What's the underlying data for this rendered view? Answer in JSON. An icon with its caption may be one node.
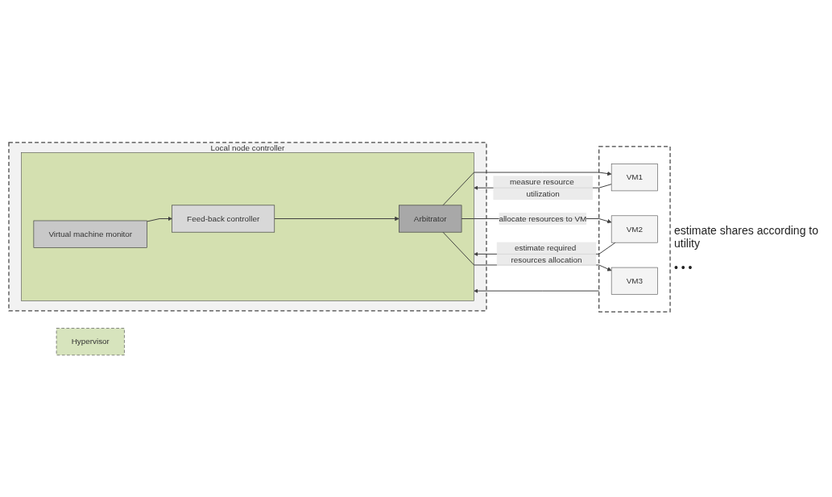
{
  "diagram": {
    "nodes": [
      {
        "text": [
          "Local node controller"
        ]
      },
      {
        "text": [],
        "shape": "box",
        "in": 0
      },
      {
        "text": [
          "Virtual machine monitor"
        ],
        "in": 1
      },
      {
        "text": [
          "Feed-back controller"
        ],
        "in": 1
      },
      {
        "text": [
          "Arbitrator"
        ],
        "in": 1
      },
      {
        "text": [],
        "shape": "box"
      },
      {
        "text": [
          "VM1"
        ],
        "in": 5
      },
      {
        "text": [
          "VM2"
        ],
        "in": 5
      },
      {
        "text": [
          "VM3"
        ],
        "in": 5
      },
      {
        "text": [
          "Hypervisor"
        ]
      }
    ],
    "edges": [
      {
        "from": 2,
        "to": 3,
        "arrow": "to"
      },
      {
        "from": 3,
        "to": 4,
        "arrow": "to"
      },
      {
        "from": 6,
        "to": 1,
        "arrow": "to",
        "label": "measure resource utilization"
      },
      {
        "from": 7,
        "to": 1,
        "arrow": "to",
        "label": "estimate required resources allocation"
      },
      {
        "from": 5,
        "to": 1,
        "arrow": "to"
      },
      {
        "from": 4,
        "to": 6,
        "arrow": "to"
      },
      {
        "from": 4,
        "to": 7,
        "arrow": "to",
        "label": "allocate resources to VM"
      },
      {
        "from": 4,
        "to": 8,
        "arrow": "to"
      }
    ],
    "labels": [
      "estimate shares according to utility",
      "• • •"
    ]
  }
}
